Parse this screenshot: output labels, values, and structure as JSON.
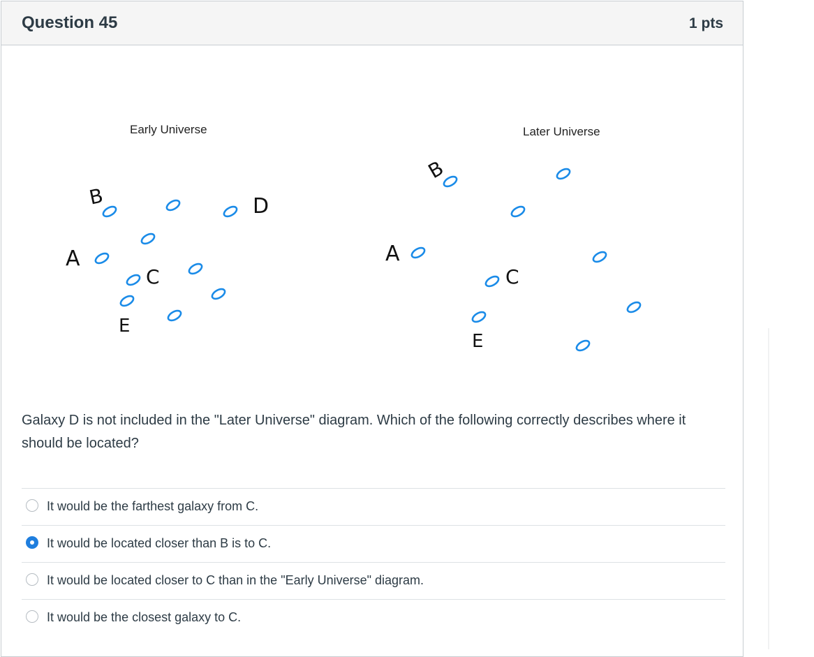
{
  "question": {
    "title": "Question 45",
    "points": "1 pts",
    "text": "Galaxy D is not included in the \"Later Universe\" diagram. Which of the following correctly describes where it should be located?"
  },
  "figure": {
    "early_title": "Early Universe",
    "later_title": "Later Universe",
    "early_labels": {
      "a": "A",
      "b": "B",
      "c": "C",
      "d": "D",
      "e": "E"
    },
    "later_labels": {
      "a": "A",
      "b": "B",
      "c": "C",
      "e": "E"
    },
    "galaxy_color": "#1a8be8"
  },
  "answers": [
    {
      "label": "It would be the farthest galaxy from C.",
      "selected": false
    },
    {
      "label": "It would be located closer than B is to C.",
      "selected": true
    },
    {
      "label": "It would be located closer to C than in the \"Early Universe\" diagram.",
      "selected": false
    },
    {
      "label": "It would be the closest galaxy to C.",
      "selected": false
    }
  ]
}
